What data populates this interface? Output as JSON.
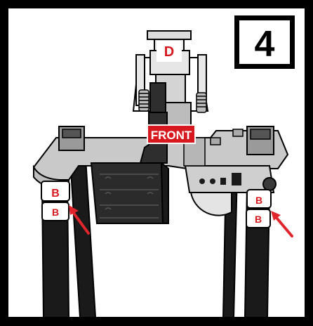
{
  "step": {
    "number": "4"
  },
  "labels": {
    "top_part": "D",
    "front": "FRONT",
    "left_upper": "B",
    "left_lower": "B",
    "right_upper": "B",
    "right_lower": "B"
  },
  "colors": {
    "frame": "#000000",
    "background": "#ffffff",
    "label_red": "#d7191f",
    "arrow_red": "#e0262c",
    "body_gray": "#c9c9c9",
    "dark_gray": "#3a3a3a",
    "leg_black": "#1a1a1a"
  }
}
